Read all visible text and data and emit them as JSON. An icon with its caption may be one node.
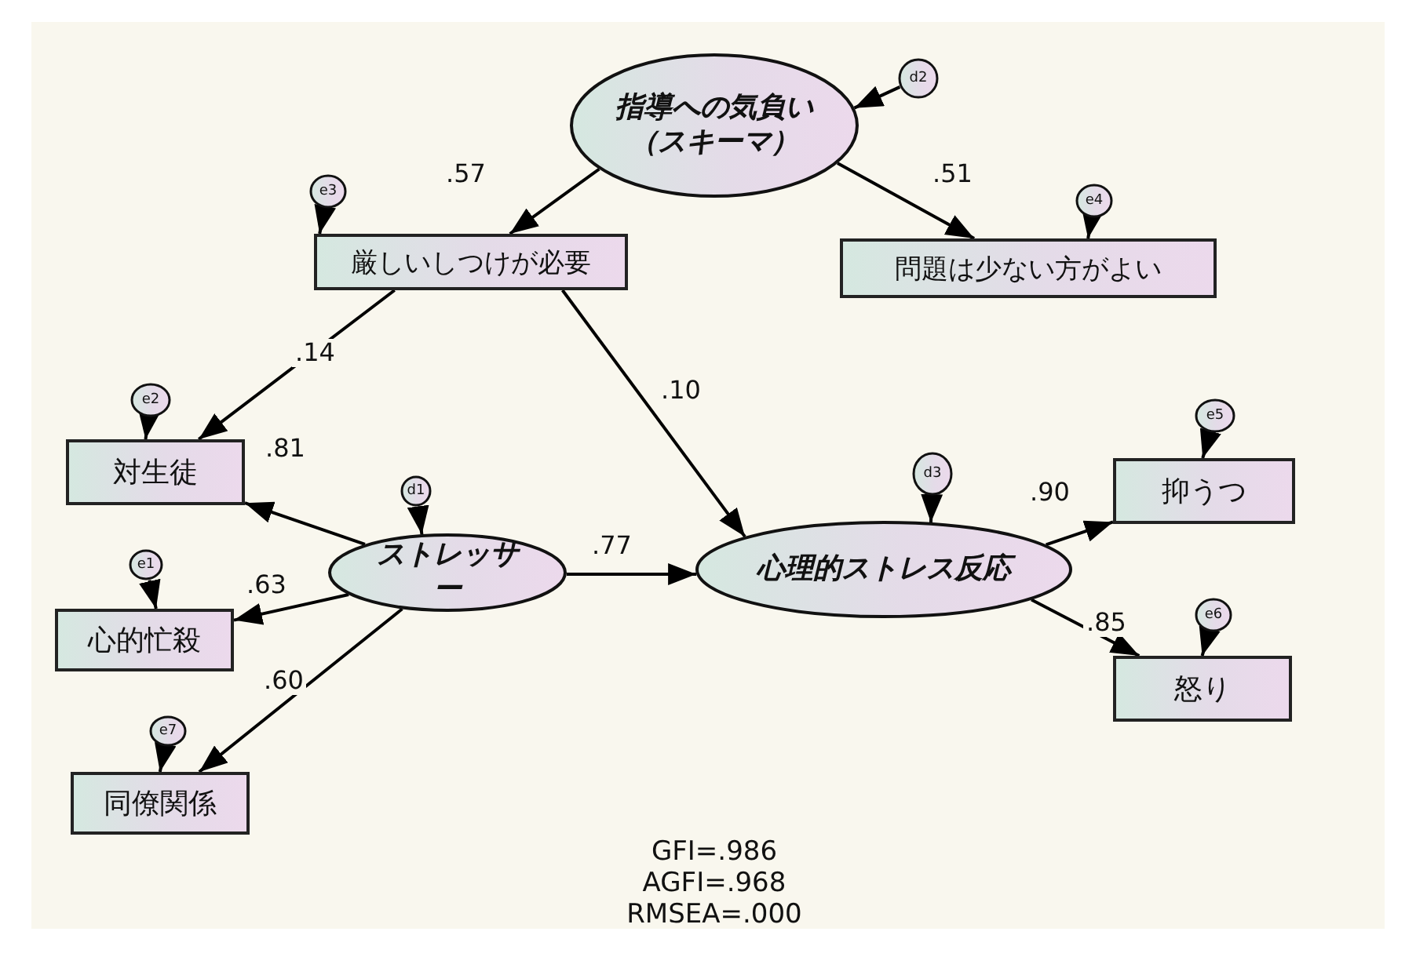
{
  "diagram": {
    "nodes": [
      {
        "text": [
          "指導への気負い（スキーマ）"
        ]
      },
      {
        "text": [
          "d2"
        ]
      },
      {
        "text": [
          "厳しいしつけが必要"
        ]
      },
      {
        "text": [
          "e3"
        ]
      },
      {
        "text": [
          "問題は少ない方がよい"
        ]
      },
      {
        "text": [
          "e4"
        ]
      },
      {
        "text": [
          "対生徒"
        ]
      },
      {
        "text": [
          "e2"
        ]
      },
      {
        "text": [
          "ストレッサー"
        ]
      },
      {
        "text": [
          "d1"
        ]
      },
      {
        "text": [
          "心理的ストレス反応"
        ]
      },
      {
        "text": [
          "d3"
        ]
      },
      {
        "text": [
          "抑うつ"
        ]
      },
      {
        "text": [
          "e5"
        ]
      },
      {
        "text": [
          "心的忙殺"
        ]
      },
      {
        "text": [
          "e1"
        ]
      },
      {
        "text": [
          "同僚関係"
        ]
      },
      {
        "text": [
          "e7"
        ]
      },
      {
        "text": [
          "怒り"
        ]
      },
      {
        "text": [
          "e6"
        ]
      }
    ],
    "edges": [
      {
        "from": 0,
        "to": 2,
        "arrow": "to",
        "label": ".57"
      },
      {
        "from": 0,
        "to": 4,
        "arrow": "to",
        "label": ".51"
      },
      {
        "from": 1,
        "to": 0,
        "arrow": "to"
      },
      {
        "from": 3,
        "to": 2,
        "arrow": "to"
      },
      {
        "from": 5,
        "to": 4,
        "arrow": "to"
      },
      {
        "from": 2,
        "to": 6,
        "arrow": "to",
        "label": ".14"
      },
      {
        "from": 2,
        "to": 10,
        "arrow": "to",
        "label": ".10"
      },
      {
        "from": 7,
        "to": 6,
        "arrow": "to"
      },
      {
        "from": 8,
        "to": 6,
        "arrow": "to",
        "label": ".81"
      },
      {
        "from": 9,
        "to": 8,
        "arrow": "to"
      },
      {
        "from": 8,
        "to": 10,
        "arrow": "to",
        "label": ".77"
      },
      {
        "from": 11,
        "to": 10,
        "arrow": "to"
      },
      {
        "from": 10,
        "to": 12,
        "arrow": "to",
        "label": ".90"
      },
      {
        "from": 13,
        "to": 12,
        "arrow": "to"
      },
      {
        "from": 8,
        "to": 14,
        "arrow": "to",
        "label": ".63"
      },
      {
        "from": 15,
        "to": 14,
        "arrow": "to"
      },
      {
        "from": 8,
        "to": 16,
        "arrow": "to",
        "label": ".60"
      },
      {
        "from": 17,
        "to": 16,
        "arrow": "to"
      },
      {
        "from": 10,
        "to": 18,
        "arrow": "to",
        "label": ".85"
      },
      {
        "from": 19,
        "to": 18,
        "arrow": "to"
      }
    ],
    "labels": [
      "GFI=.986",
      "AGFI=.968",
      "RMSEA=.000"
    ]
  }
}
